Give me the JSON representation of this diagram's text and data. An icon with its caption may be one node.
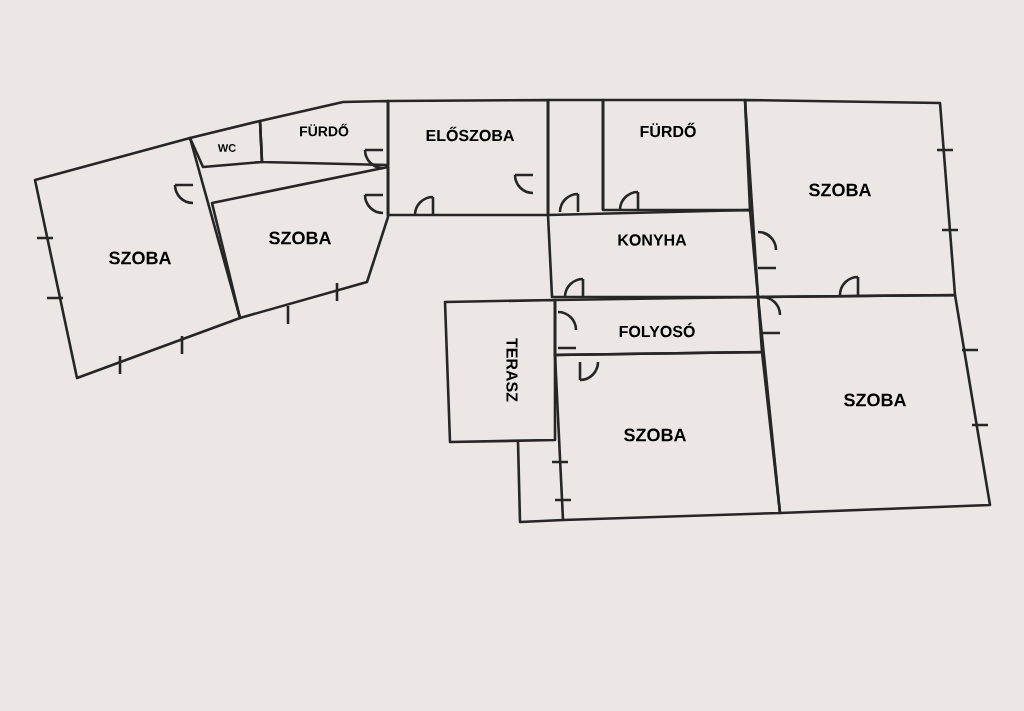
{
  "diagram": {
    "nodes": [
      {
        "text": [
          "WC"
        ]
      },
      {
        "text": [
          "FÜRDŐ"
        ]
      },
      {
        "text": [
          "ELŐSZOBA"
        ]
      },
      {
        "text": [
          "FÜRDŐ"
        ]
      },
      {
        "text": [
          "SZOBA"
        ]
      },
      {
        "text": [
          "SZOBA"
        ]
      },
      {
        "text": [
          "SZOBA"
        ]
      },
      {
        "text": [
          "KONYHA"
        ]
      },
      {
        "text": [
          "FOLYOSÓ"
        ]
      },
      {
        "text": [
          "TERASZ"
        ]
      },
      {
        "text": [
          "SZOBA"
        ]
      },
      {
        "text": [
          "SZOBA"
        ]
      }
    ]
  }
}
